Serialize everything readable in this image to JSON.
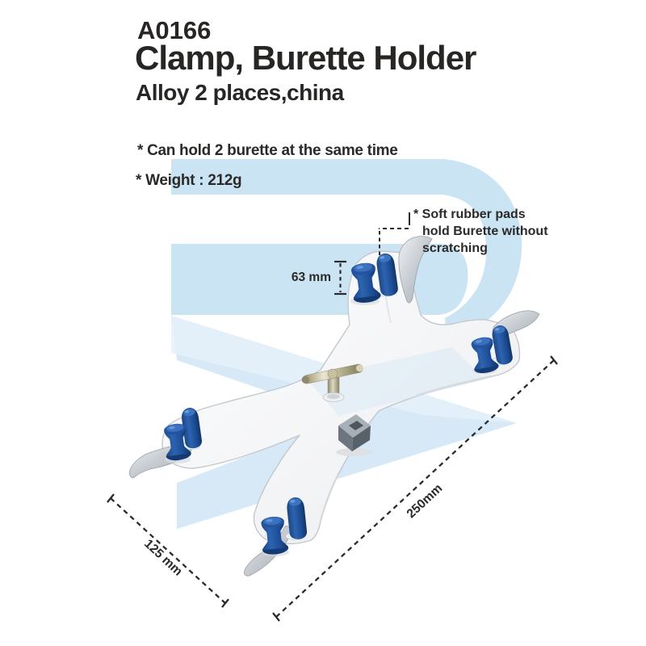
{
  "header": {
    "product_code": "A0166",
    "title": "Clamp, Burette Holder",
    "subtitle": "Alloy 2 places,china"
  },
  "features": [
    "* Can hold 2 burette at the same time",
    "* Weight : 212g"
  ],
  "callout": {
    "line1": "* Soft rubber pads",
    "line2": "hold Burette without",
    "line3": "scratching"
  },
  "dimensions": {
    "pad_gap": "63 mm",
    "length": "250mm",
    "width": "125 mm"
  },
  "colors": {
    "watermark_blue": "#cbe4f4",
    "watermark_pale": "#e6f1f9",
    "rubber_pad_blue": "#1d4e9a",
    "clamp_body_gray": "#eef0f2",
    "dimension_line": "#2b2b2b",
    "text_dark": "#2b2a28"
  }
}
